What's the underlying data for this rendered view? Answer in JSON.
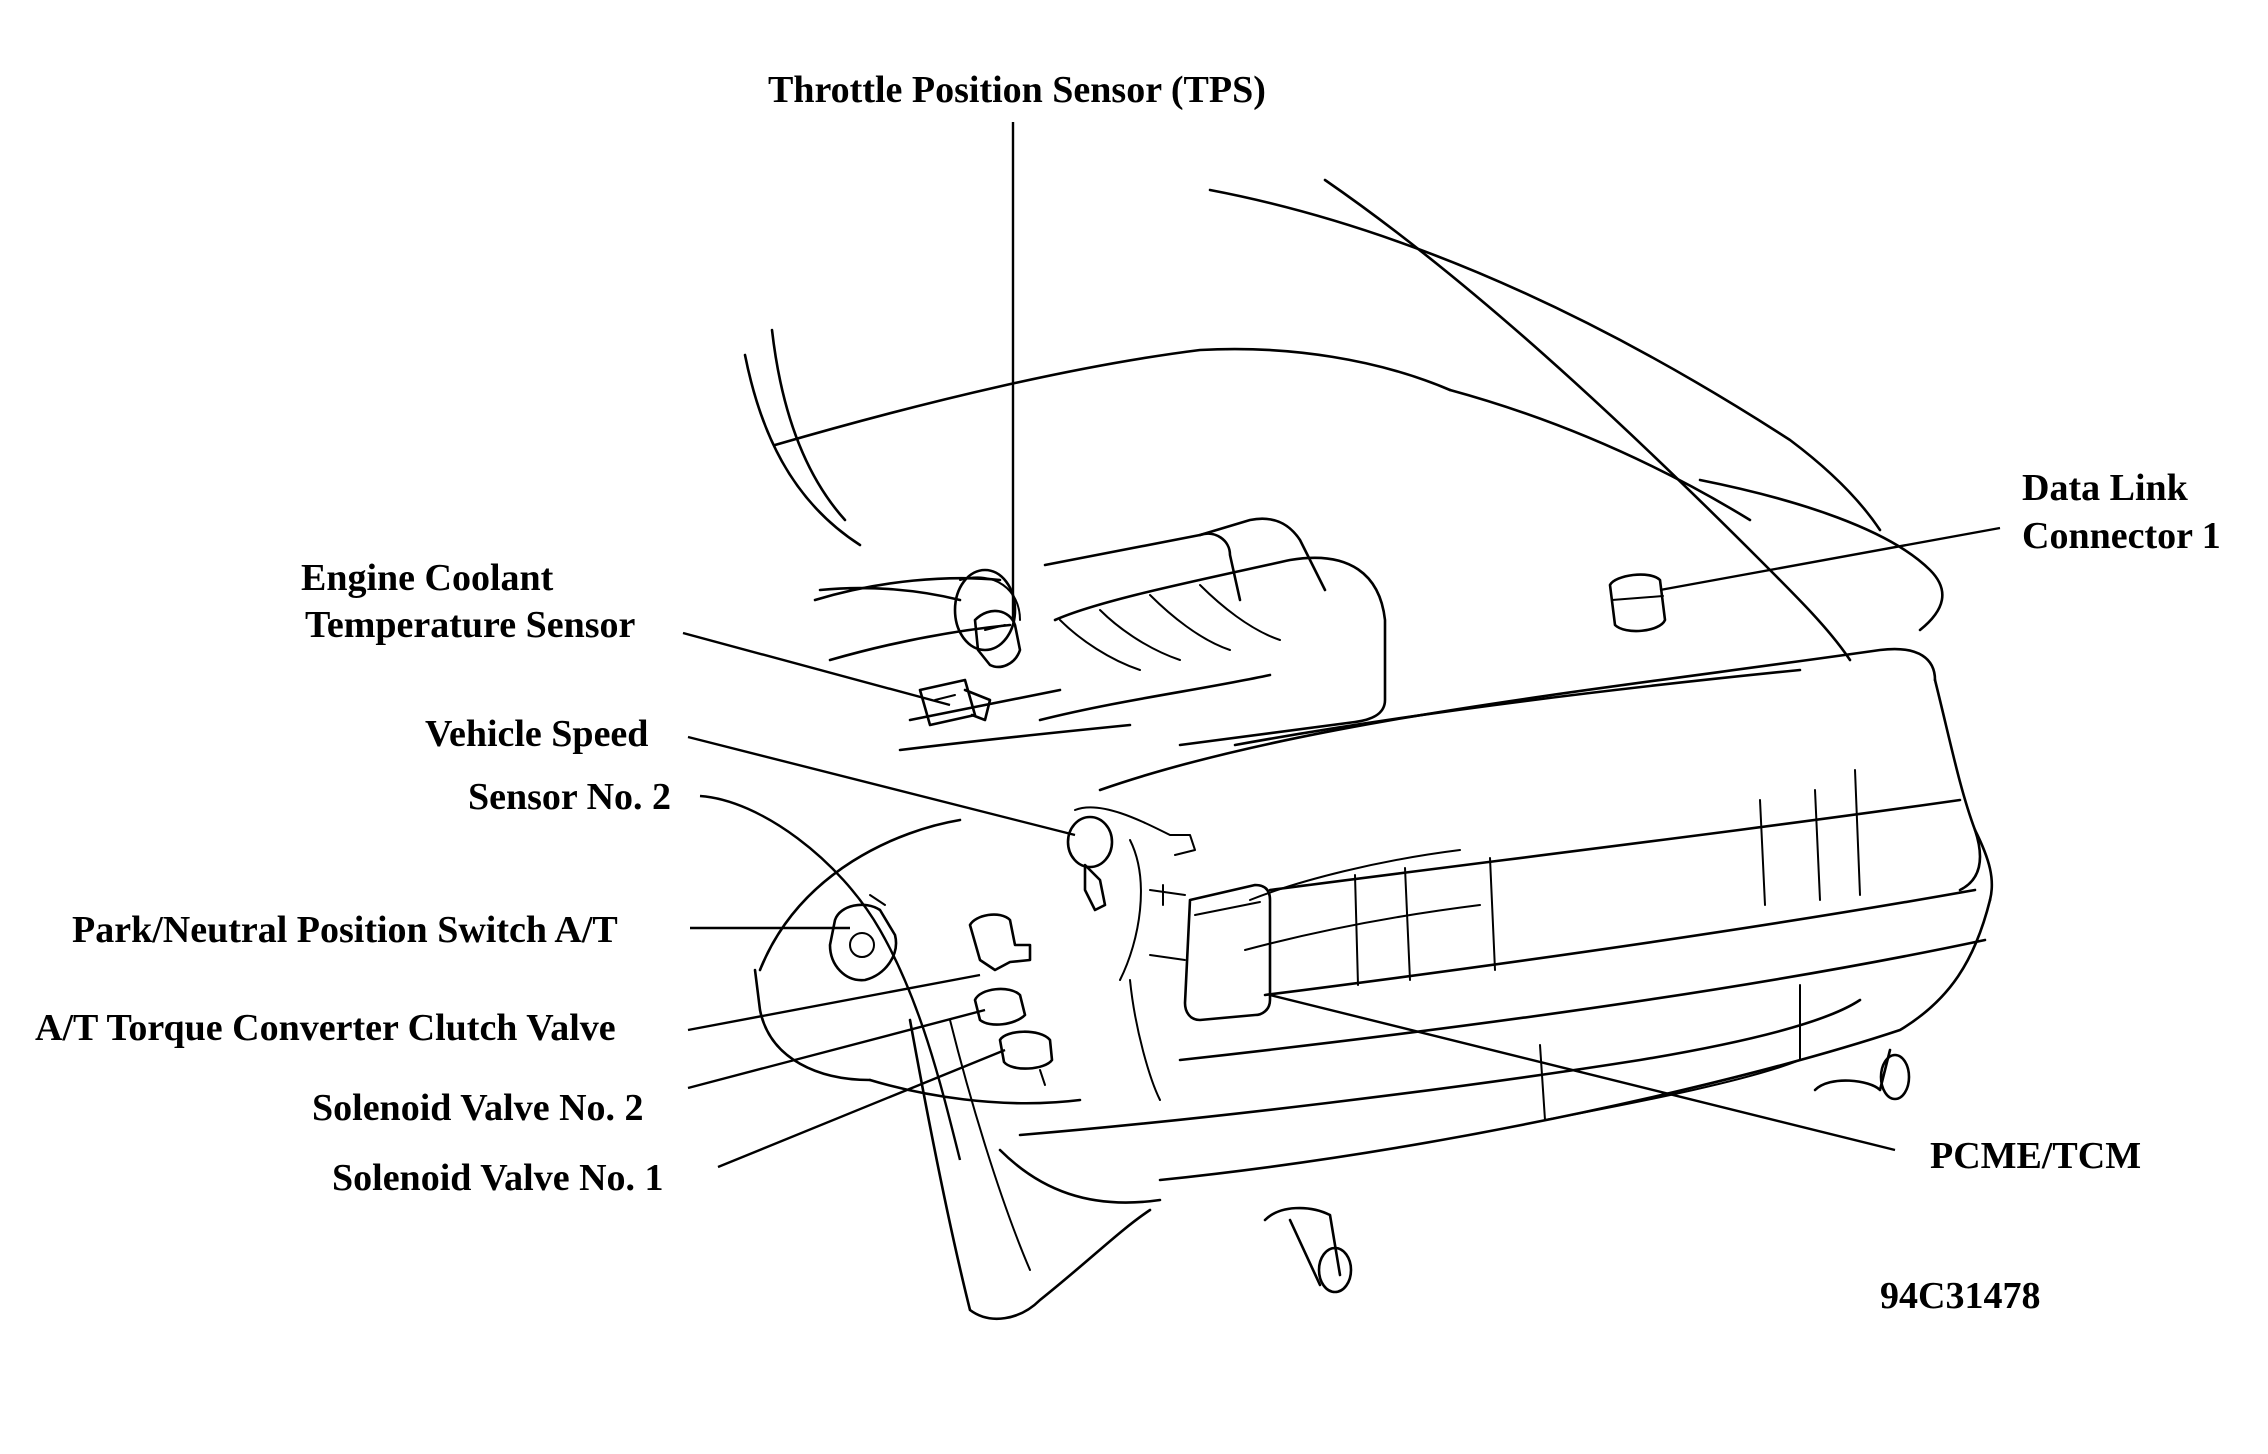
{
  "labels": {
    "tps": "Throttle Position Sensor (TPS)",
    "ect_line1": "Engine Coolant",
    "ect_line2": "Temperature Sensor",
    "dlc_line1": "Data Link",
    "dlc_line2": "Connector 1",
    "vss_line1": "Vehicle Speed",
    "vss_line2": "Sensor No. 2",
    "pnp": "Park/Neutral Position Switch A/T",
    "tcc": "A/T Torque Converter Clutch Valve",
    "sol2": "Solenoid Valve No. 2",
    "sol1": "Solenoid Valve No. 1",
    "pcm": "PCME/TCM",
    "figure_id": "94C31478"
  }
}
